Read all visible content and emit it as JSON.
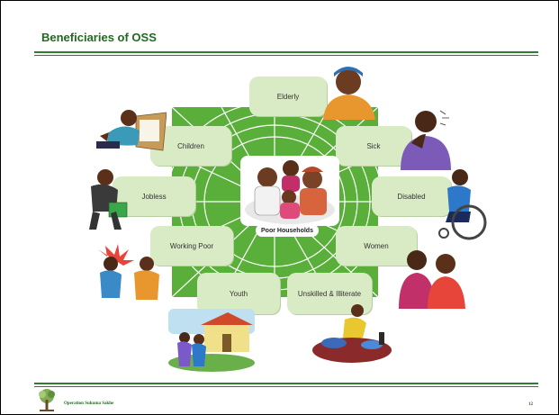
{
  "slide": {
    "title": "Beneficiaries of OSS",
    "footer": "Operation Sukuma Sakhe",
    "page_number": "12"
  },
  "diagram": {
    "center_label": "Poor Households",
    "nodes": [
      {
        "id": "elderly",
        "label": "Elderly"
      },
      {
        "id": "children",
        "label": "Children"
      },
      {
        "id": "sick",
        "label": "Sick"
      },
      {
        "id": "jobless",
        "label": "Jobless"
      },
      {
        "id": "disabled",
        "label": "Disabled"
      },
      {
        "id": "working-poor",
        "label": "Working Poor"
      },
      {
        "id": "women",
        "label": "Women"
      },
      {
        "id": "youth",
        "label": "Youth"
      },
      {
        "id": "unskilled",
        "label": "Unskilled & Illiterate"
      }
    ]
  },
  "colors": {
    "accent": "#2e7d32",
    "web_green": "#5aaf3a",
    "box_fill": "#d9ebc4"
  }
}
